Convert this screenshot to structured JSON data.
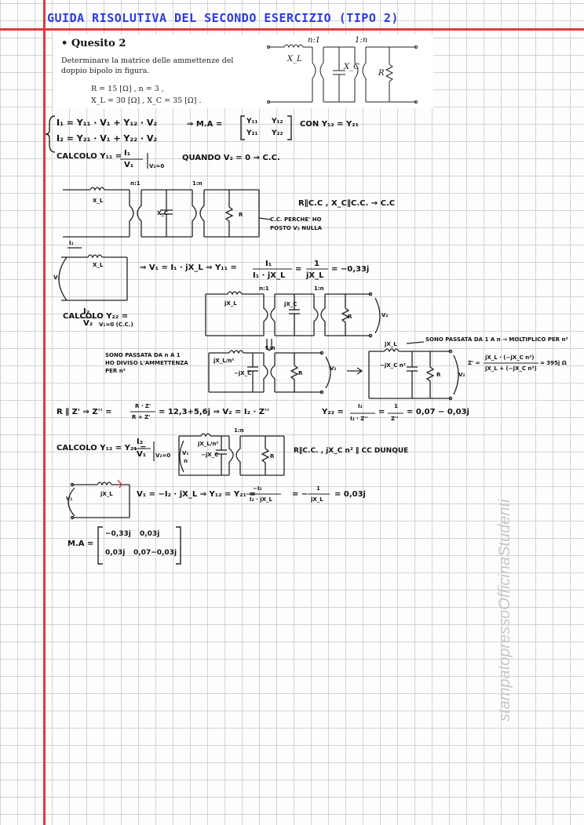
{
  "header": {
    "title": "GUIDA RISOLUTIVA DEL SECONDO ESERCIZIO (TIPO 2)"
  },
  "problem": {
    "bullet": "•",
    "title": "Quesito 2",
    "text": "Determinare la matrice delle ammettenze del doppio bipolo in figura.",
    "params_line1": "R = 15 [Ω] ,  n = 3 ,",
    "params_line2": "X_L = 30 [Ω] ,  X_C = 35 [Ω] .",
    "figure_labels": {
      "xl": "X_L",
      "xc": "X_C",
      "r": "R",
      "ratio1": "n:1",
      "ratio2": "1:n"
    }
  },
  "notes": {
    "system_line1": "I₁ = Y₁₁ · V₁ + Y₁₂ · V₂",
    "system_line2": "I₂ = Y₂₁ · V₁ + Y₂₂ · V₂",
    "ma_label": "⇒ M.A =",
    "ma_entries": [
      "Y₁₁",
      "Y₁₂",
      "Y₂₁",
      "Y₂₂"
    ],
    "con_text": "CON  Y₁₂ = Y₂₁",
    "calcolo_y11": "CALCOLO   Y₁₁ =",
    "frac_y11_num": "I₁",
    "frac_y11_den": "V₁",
    "cond_v2": "V₂=0",
    "quando": "QUANDO  V₂ = 0 → C.C.",
    "circ1_ratio1": "n:1",
    "circ1_ratio2": "1:n",
    "circ1_xl": "X_L",
    "circ1_xc": "X_C",
    "circ1_r": "R",
    "cc_note1": "C.C. PERCHE' HO",
    "cc_note2": "POSTO V₂ NULLA",
    "r_cc": "R∥C.C ,  X_C∥C.C. → C.C",
    "circ2_i1": "I₁",
    "circ2_xl": "X_L",
    "circ2_v1": "V₁",
    "v1_eq": "⇒ V₁ = I₁ · jX_L  ⇒  Y₁₁ =",
    "y11_frac1_num": "I₁",
    "y11_frac1_den": "I₁ · jX_L",
    "y11_eq2": "=",
    "y11_frac2_num": "1",
    "y11_frac2_den": "jX_L",
    "y11_result": "= −0,33j",
    "calcolo_y22": "CALCOLO   Y₂₂ =",
    "frac_y22_num": "I₂",
    "frac_y22_den": "V₂",
    "cond_v1": "V₁=0 (C.C.)",
    "c3_ratio1": "n:1",
    "c3_ratio2": "1:n",
    "c3_jxl": "jX_L",
    "c3_jxc": "jX_C",
    "c3_r": "R",
    "c3_v2": "V₂",
    "note_moved1": "SONO PASSATA DA n A 1",
    "note_moved2": "HO DIVISO L'AMMETTENZA",
    "note_moved3": "PER n²",
    "c4_jxl": "jX_L/n²",
    "c4_jxc": "−jX_C",
    "c4_r": "R",
    "c4_ratio": "1:n",
    "c4_v2": "V₂",
    "note_moved4": "SONO PASSATA DA 1 A n → MOLTIPLICO PER n²",
    "c5_jxl": "jX_L",
    "c5_jxc": "−jX_C n²",
    "c5_r": "R",
    "c5_v2": "V₂",
    "z_prime_lhs": "Z' =",
    "z_prime_num": "jX_L · (−jX_C n²)",
    "z_prime_den": "jX_L + (−jX_C n²)",
    "z_prime_res": "= 395j Ω",
    "r_par": "R ∥ Z'  ⇒  Z'' =",
    "zpp_num": "R · Z'",
    "zpp_den": "R + Z'",
    "zpp_res": "= 12,3+5,6j   ⇒ V₂ = I₂ · Z''",
    "y22_lhs": "Y₂₂ =",
    "y22_f1_num": "I₂",
    "y22_f1_den": "I₂ · Z''",
    "y22_eq": "=",
    "y22_f2_num": "1",
    "y22_f2_den": "Z''",
    "y22_res": "= 0,07 − 0,03j",
    "calcolo_y12": "CALCOLO   Y₁₂ = Y₂₁ =",
    "frac_y12_num": "I₂",
    "frac_y12_den": "V₁",
    "cond_v2b": "V₂=0",
    "c6_ratio": "1:n",
    "c6_jxl": "jX_L/n²",
    "c6_jxc": "−jX_C",
    "c6_v1": "V₁",
    "c6_n": "n",
    "c6_r": "R",
    "r_cc2": "R∥C.C. , jX_C n² ∥ CC  DUNQUE",
    "c7_v1": "V₁",
    "c7_jxl": "jX_L",
    "v1_eq2": "V₁ = −I₂ · jX_L  ⇒  Y₁₂ = Y₂₁ =",
    "y12_f1_num": "−I₂",
    "y12_f1_den": "I₂ · jX_L",
    "y12_eq": "= −",
    "y12_f2_num": "1",
    "y12_f2_den": "jX_L",
    "y12_res": "= 0,03j",
    "final_label": "M.A =",
    "final_m11": "−0,33j",
    "final_m12": "0,03j",
    "final_m21": "0,03j",
    "final_m22": "0,07−0,03j"
  },
  "watermark": {
    "text": "stampatopressoOfficinaStudenti"
  },
  "colors": {
    "margin_red": "#e33a3a",
    "title_blue": "#2b3adf",
    "grid": "#cfd3d8",
    "ink": "#111111"
  }
}
